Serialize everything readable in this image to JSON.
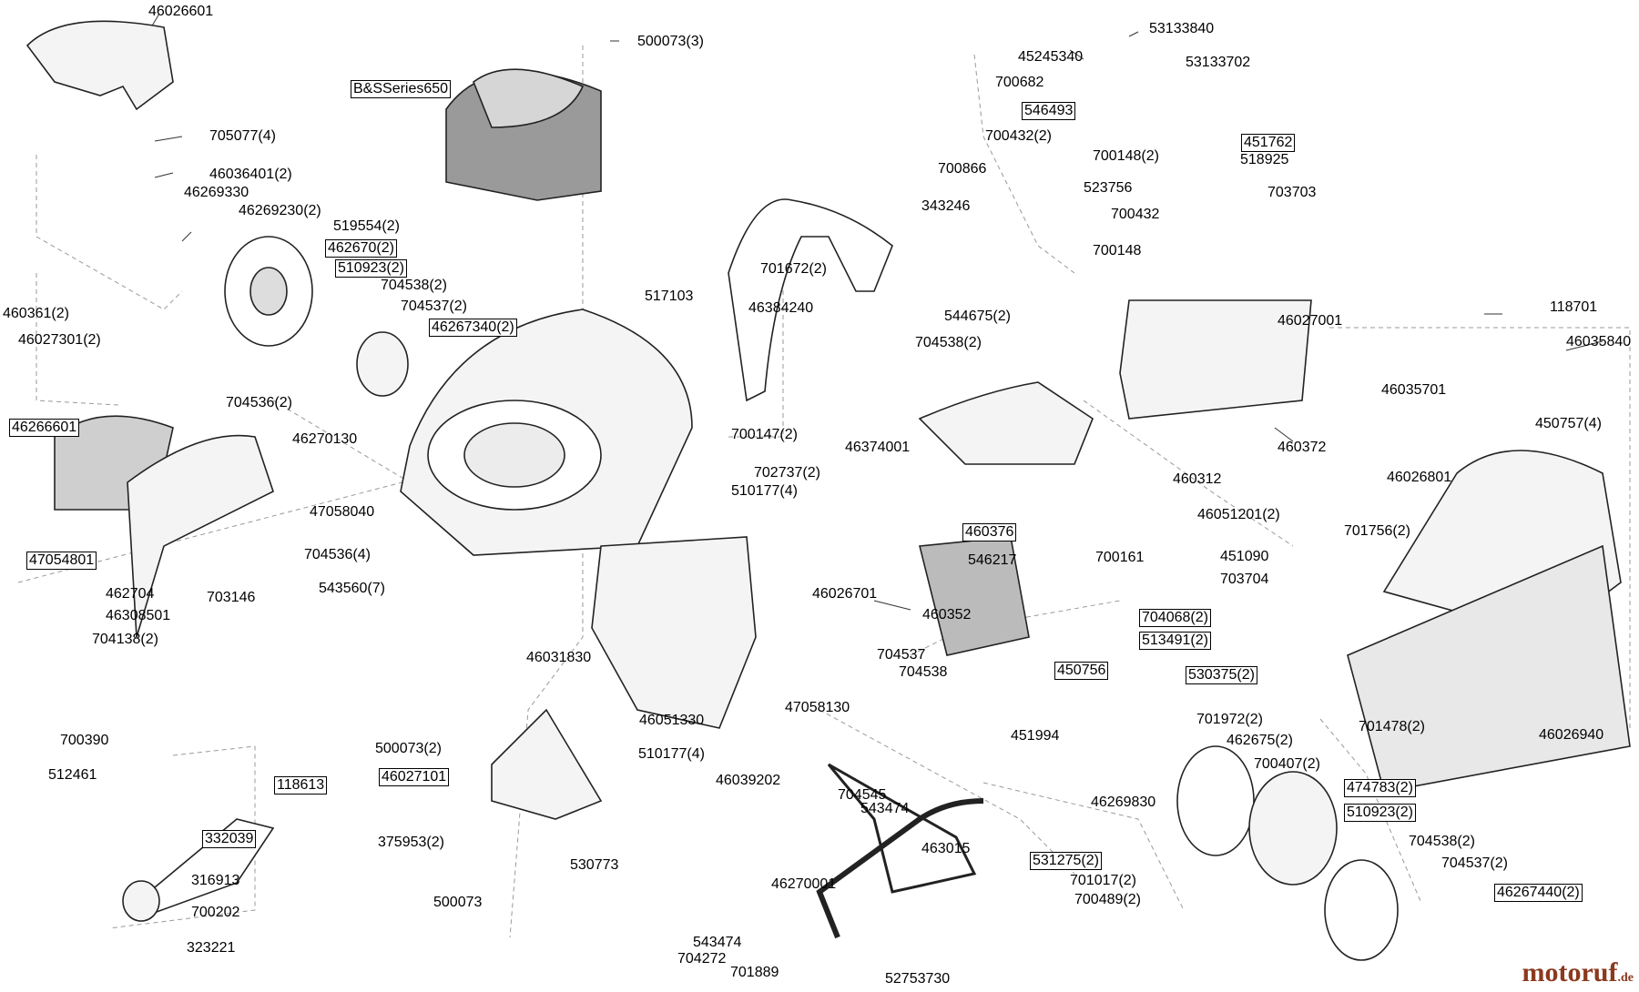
{
  "labels": {
    "l01": "46026601",
    "l02": "500073(3)",
    "l03": "53133840",
    "l04": "45245340",
    "l05": "53133702",
    "l06": "B&SSeries650",
    "l07": "700682",
    "l08": "546493",
    "l09": "705077(4)",
    "l10": "700432(2)",
    "l11": "451762",
    "l12": "700148(2)",
    "l13": "518925",
    "l14": "46036401(2)",
    "l15": "700866",
    "l16": "46269330",
    "l17": "523756",
    "l18": "703703",
    "l19": "46269230(2)",
    "l20": "343246",
    "l21": "700432",
    "l22": "519554(2)",
    "l23": "462670(2)",
    "l24": "700148",
    "l25": "510923(2)",
    "l26": "701672(2)",
    "l27": "517103",
    "l28": "460361(2)",
    "l29": "704538(2)",
    "l30": "704537(2)",
    "l31": "46384240",
    "l32": "544675(2)",
    "l33": "118701",
    "l34": "46027301(2)",
    "l35": "46267340(2)",
    "l36": "46027001",
    "l37": "704538(2)",
    "l38": "46035840",
    "l39": "46035701",
    "l40": "704536(2)",
    "l41": "46266601",
    "l42": "46270130",
    "l43": "700147(2)",
    "l44": "46374001",
    "l45": "460372",
    "l46": "450757(4)",
    "l47": "702737(2)",
    "l48": "460312",
    "l49": "46026801",
    "l50": "510177(4)",
    "l51": "47058040",
    "l52": "46051201(2)",
    "l53": "460376",
    "l54": "701756(2)",
    "l55": "47054801",
    "l56": "704536(4)",
    "l57": "546217",
    "l58": "700161",
    "l59": "451090",
    "l60": "462704",
    "l61": "543560(7)",
    "l62": "703704",
    "l63": "46308501",
    "l64": "703146",
    "l65": "46026701",
    "l66": "460352",
    "l67": "704068(2)",
    "l68": "704138(2)",
    "l69": "513491(2)",
    "l70": "46031830",
    "l71": "704537",
    "l72": "704538",
    "l73": "530375(2)",
    "l74": "450756",
    "l75": "700390",
    "l76": "46051330",
    "l77": "47058130",
    "l78": "451994",
    "l79": "701972(2)",
    "l80": "701478(2)",
    "l81": "46026940",
    "l82": "500073(2)",
    "l83": "462675(2)",
    "l84": "512461",
    "l85": "510177(4)",
    "l86": "118613",
    "l87": "46027101",
    "l88": "46039202",
    "l89": "700407(2)",
    "l90": "704545",
    "l91": "474783(2)",
    "l92": "543474",
    "l93": "46269830",
    "l94": "332039",
    "l95": "510923(2)",
    "l96": "375953(2)",
    "l97": "463015",
    "l98": "531275(2)",
    "l99": "704538(2)",
    "l100": "316913",
    "l101": "530773",
    "l102": "701017(2)",
    "l103": "704537(2)",
    "l104": "700489(2)",
    "l105": "46267440(2)",
    "l106": "500073",
    "l107": "700202",
    "l108": "46270001",
    "l109": "323221",
    "l110": "543474",
    "l111": "704272",
    "l112": "701889",
    "l113": "52753730"
  },
  "watermark": {
    "brand": "motoruf",
    "suffix": ".de"
  }
}
